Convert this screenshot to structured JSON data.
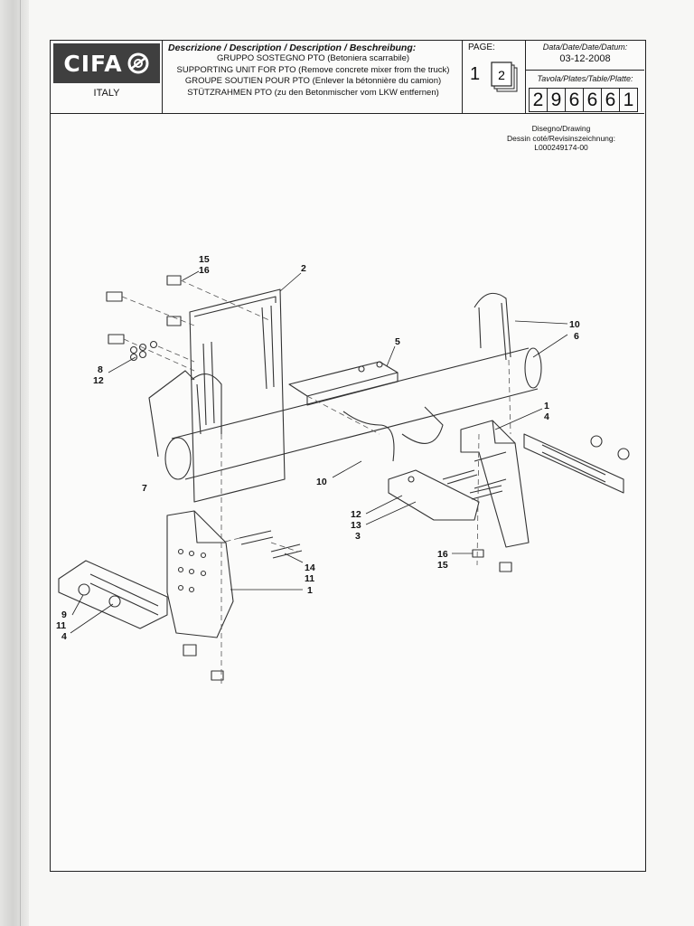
{
  "header": {
    "logo_text": "CIFA",
    "country": "ITALY",
    "description_heading": "Descrizione / Description / Description / Beschreibung:",
    "description_lines": [
      "GRUPPO SOSTEGNO PTO (Betoniera scarrabile)",
      "SUPPORTING UNIT FOR PTO (Remove concrete mixer from the truck)",
      "GROUPE SOUTIEN POUR PTO (Enlever la bétonnière du camion)",
      "STÜTZRAHMEN PTO (zu den Betonmischer vom LKW entfernen)"
    ],
    "page_label": "PAGE:",
    "page_number": "1",
    "page_count": "2",
    "date_label": "Data/Date/Date/Datum:",
    "date_value": "03-12-2008",
    "table_label": "Tavola/Plates/Table/Platte:",
    "table_digits": [
      "2",
      "9",
      "6",
      "6",
      "6",
      "1"
    ]
  },
  "drawing_info": {
    "label1": "Disegno/Drawing",
    "label2": "Dessin coté/Revisinszeichnung:",
    "code": "L000249174-00"
  },
  "callouts": [
    {
      "text": "15"
    },
    {
      "text": "16"
    },
    {
      "text": "2"
    },
    {
      "text": "8"
    },
    {
      "text": "12"
    },
    {
      "text": "5"
    },
    {
      "text": "10"
    },
    {
      "text": "6"
    },
    {
      "text": "1"
    },
    {
      "text": "4"
    },
    {
      "text": "7"
    },
    {
      "text": "10"
    },
    {
      "text": "12"
    },
    {
      "text": "13"
    },
    {
      "text": "3"
    },
    {
      "text": "16"
    },
    {
      "text": "15"
    },
    {
      "text": "14"
    },
    {
      "text": "11"
    },
    {
      "text": "1"
    },
    {
      "text": "9"
    },
    {
      "text": "11"
    },
    {
      "text": "4"
    }
  ]
}
